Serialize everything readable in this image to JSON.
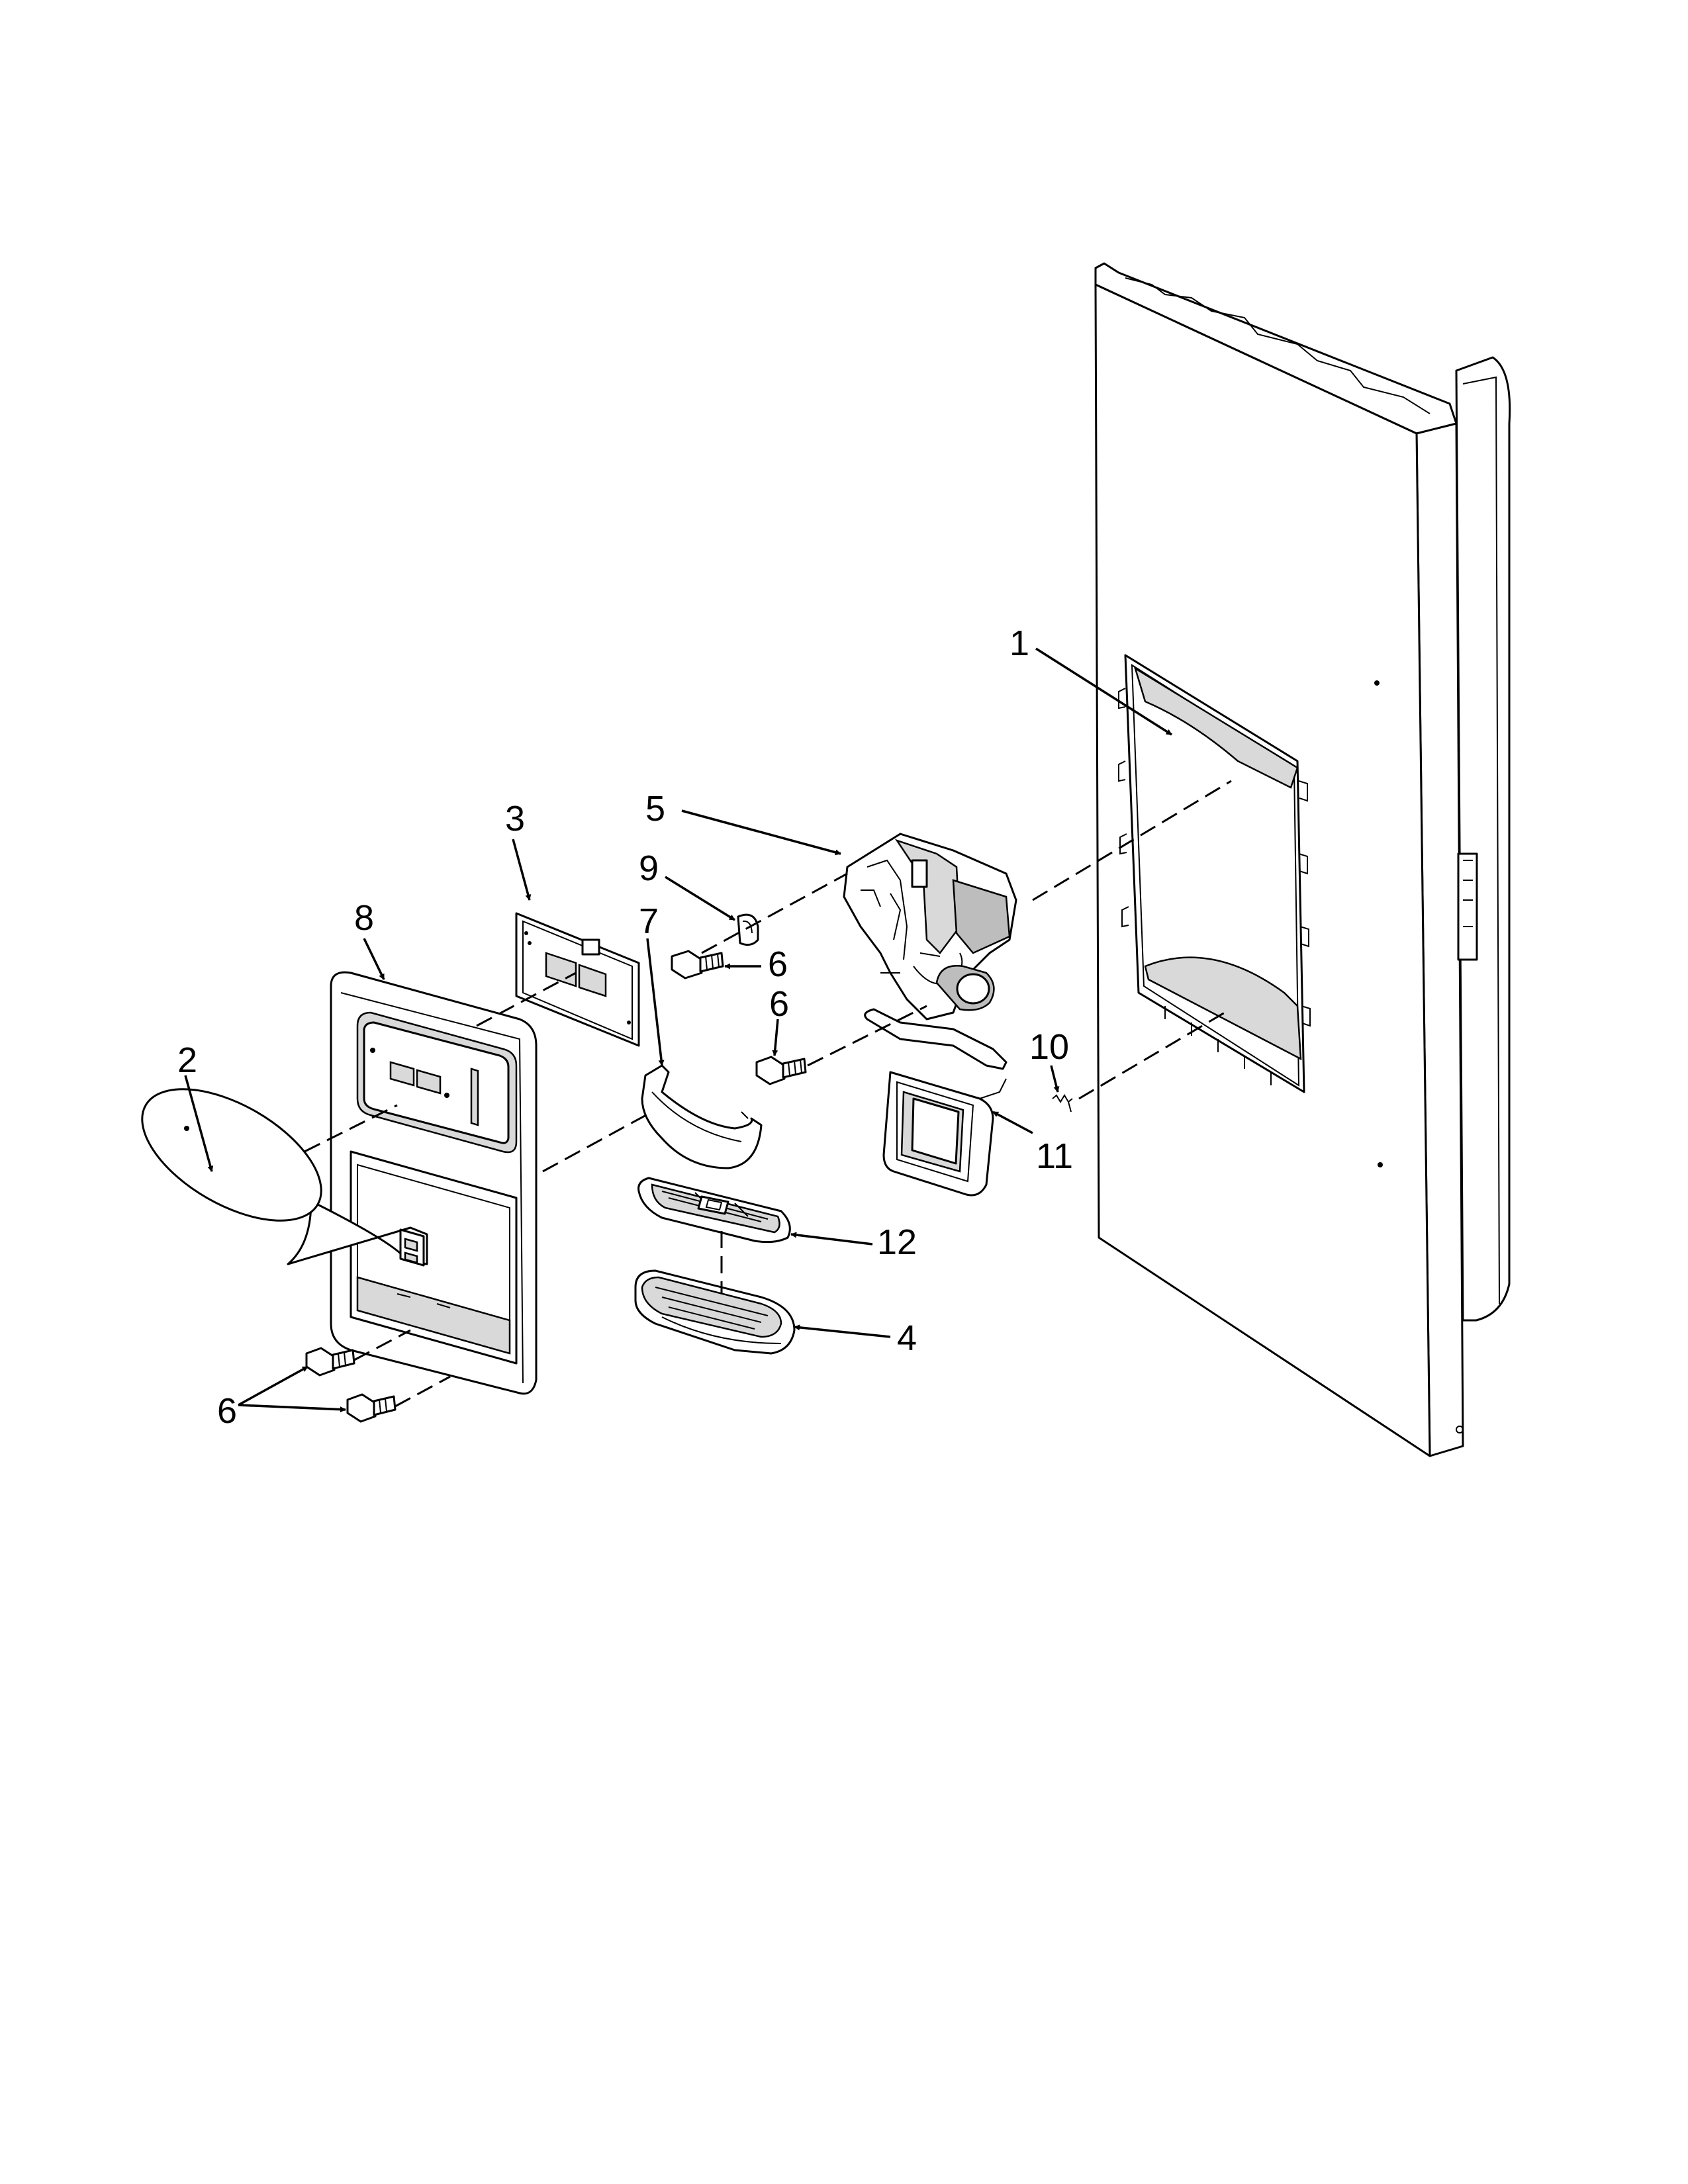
{
  "callouts": [
    {
      "id": "c1",
      "label": "1"
    },
    {
      "id": "c2",
      "label": "2"
    },
    {
      "id": "c3",
      "label": "3"
    },
    {
      "id": "c4",
      "label": "4"
    },
    {
      "id": "c5",
      "label": "5"
    },
    {
      "id": "c6a",
      "label": "6"
    },
    {
      "id": "c6b",
      "label": "6"
    },
    {
      "id": "c6c",
      "label": "6"
    },
    {
      "id": "c7",
      "label": "7"
    },
    {
      "id": "c8",
      "label": "8"
    },
    {
      "id": "c9",
      "label": "9"
    },
    {
      "id": "c10",
      "label": "10"
    },
    {
      "id": "c11",
      "label": "11"
    },
    {
      "id": "c12",
      "label": "12"
    }
  ]
}
